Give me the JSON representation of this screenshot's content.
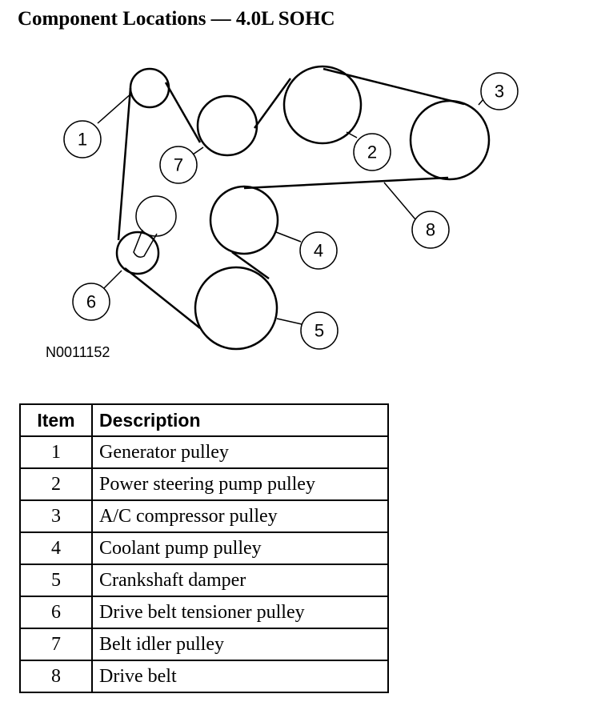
{
  "title": "Component Locations — 4.0L SOHC",
  "figure_id": "N0011152",
  "callouts": [
    "1",
    "2",
    "3",
    "4",
    "5",
    "6",
    "7",
    "8"
  ],
  "table": {
    "headers": [
      "Item",
      "Description"
    ],
    "rows": [
      {
        "item": "1",
        "description": "Generator pulley"
      },
      {
        "item": "2",
        "description": "Power steering pump pulley"
      },
      {
        "item": "3",
        "description": "A/C compressor pulley"
      },
      {
        "item": "4",
        "description": "Coolant pump pulley"
      },
      {
        "item": "5",
        "description": "Crankshaft damper"
      },
      {
        "item": "6",
        "description": "Drive belt tensioner pulley"
      },
      {
        "item": "7",
        "description": "Belt idler pulley"
      },
      {
        "item": "8",
        "description": "Drive belt"
      }
    ]
  }
}
